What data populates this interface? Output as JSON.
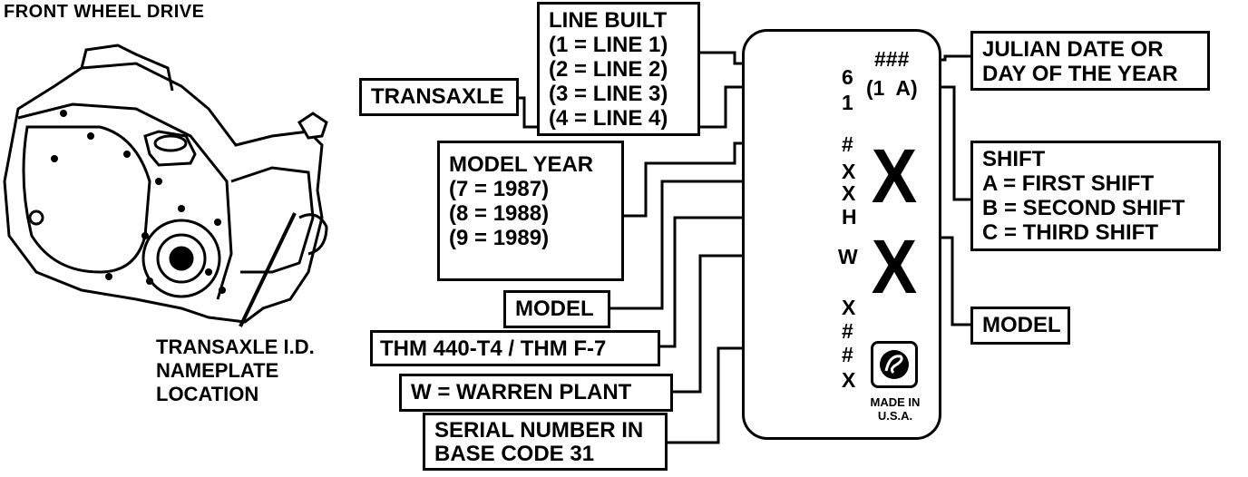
{
  "title": "FRONT WHEEL DRIVE",
  "location_label": [
    "TRANSAXLE I.D.",
    "NAMEPLATE",
    "LOCATION"
  ],
  "boxes": {
    "line_built": [
      "LINE BUILT",
      "(1  =  LINE 1)",
      "(2  =  LINE 2)",
      "(3  =  LINE 3)",
      "(4  =  LINE 4)"
    ],
    "transaxle": "TRANSAXLE",
    "model_year": [
      "MODEL YEAR",
      "(7  =  1987)",
      "(8  =  1988)",
      "(9  =  1989)"
    ],
    "model_left": "MODEL",
    "thm": "THM 440-T4 / THM F-7",
    "warren": "W  =  WARREN PLANT",
    "serial": [
      "SERIAL NUMBER IN",
      "BASE CODE 31"
    ],
    "julian": [
      "JULIAN DATE OR",
      "DAY OF THE YEAR"
    ],
    "shift": [
      "SHIFT",
      "A = FIRST SHIFT",
      "B = SECOND SHIFT",
      "C = THIRD SHIFT"
    ],
    "model_right": "MODEL"
  },
  "plate": {
    "julian_code": "###",
    "line_shift_code": "(1  A)",
    "code_6": "6",
    "code_1": "1",
    "year_code": "#",
    "model_code_1": "X",
    "model_code_2": "X",
    "model_code_3": "H",
    "plant_code": "W",
    "big_x_1": "X",
    "big_x_2": "X",
    "serial_codes": [
      "X",
      "#",
      "#",
      "X"
    ],
    "made_in": [
      "MADE IN",
      "U.S.A."
    ]
  }
}
